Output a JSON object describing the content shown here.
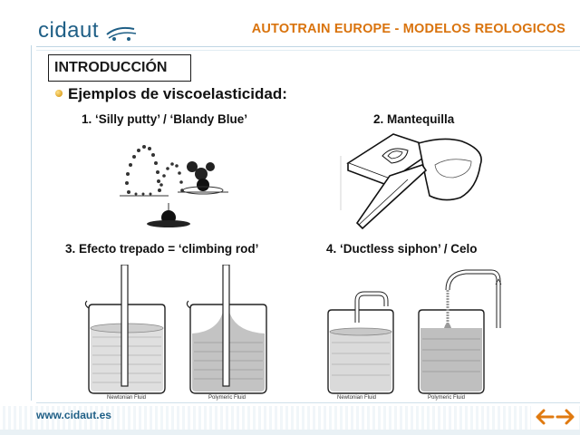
{
  "header": {
    "logo_text": "cidaut",
    "title": "AUTOTRAIN EUROPE - MODELOS REOLOGICOS"
  },
  "section": {
    "heading": "INTRODUCCIÓN",
    "subtitle": "Ejemplos de viscoelasticidad:"
  },
  "examples": [
    {
      "caption": "1. ‘Silly putty’ / ‘Blandy Blue’"
    },
    {
      "caption": "2. Mantequilla"
    },
    {
      "caption": "3. Efecto trepado = ‘climbing rod’"
    },
    {
      "caption": "4. ‘Ductless siphon’ / Celo"
    }
  ],
  "figure_labels": {
    "newtonian": "Newtonian Fluid",
    "polymeric": "Polymeric Fluid"
  },
  "footer": {
    "url": "www.cidaut.es",
    "prev_icon": "arrow-left-icon",
    "next_icon": "arrow-right-icon"
  },
  "colors": {
    "brand_blue": "#1f5f86",
    "title_orange": "#d9730d",
    "nav_orange": "#e07a10"
  }
}
